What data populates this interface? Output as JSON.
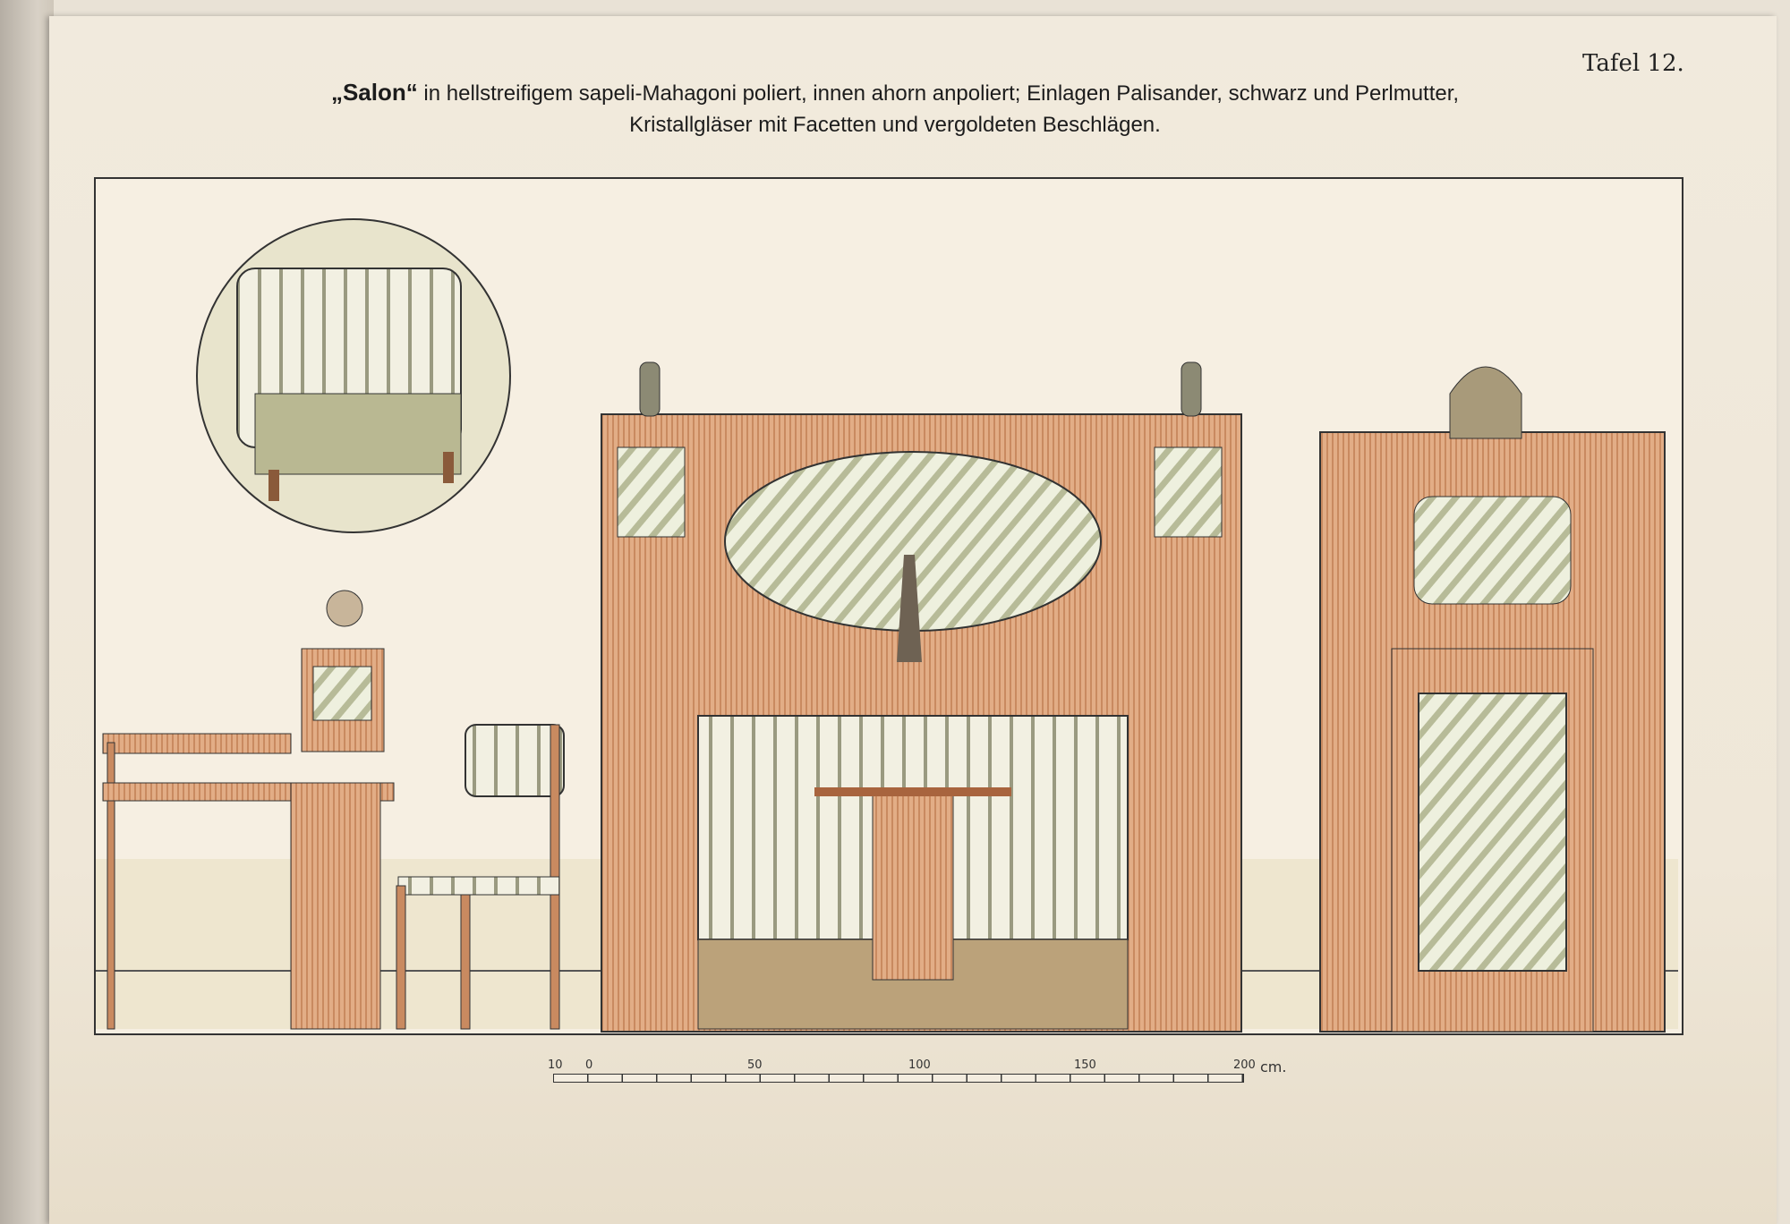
{
  "plate_label": "Tafel 12.",
  "title": {
    "bold": "„Salon“",
    "line1_rest": " in hellstreifigem sapeli-Mahagoni poliert, innen ahorn anpoliert; Einlagen Palisander, schwarz und Perlmutter,",
    "line2": "Kristallgläser mit Facetten und vergoldeten Beschlägen."
  },
  "scale_bar": {
    "labels": [
      "10",
      "0",
      "50",
      "100",
      "150",
      "200",
      "cm."
    ]
  },
  "colors": {
    "wood": "#d9a27a",
    "wood_dark": "#a8643e",
    "glass": "#d8dcc0",
    "paper": "#f1eadd"
  }
}
